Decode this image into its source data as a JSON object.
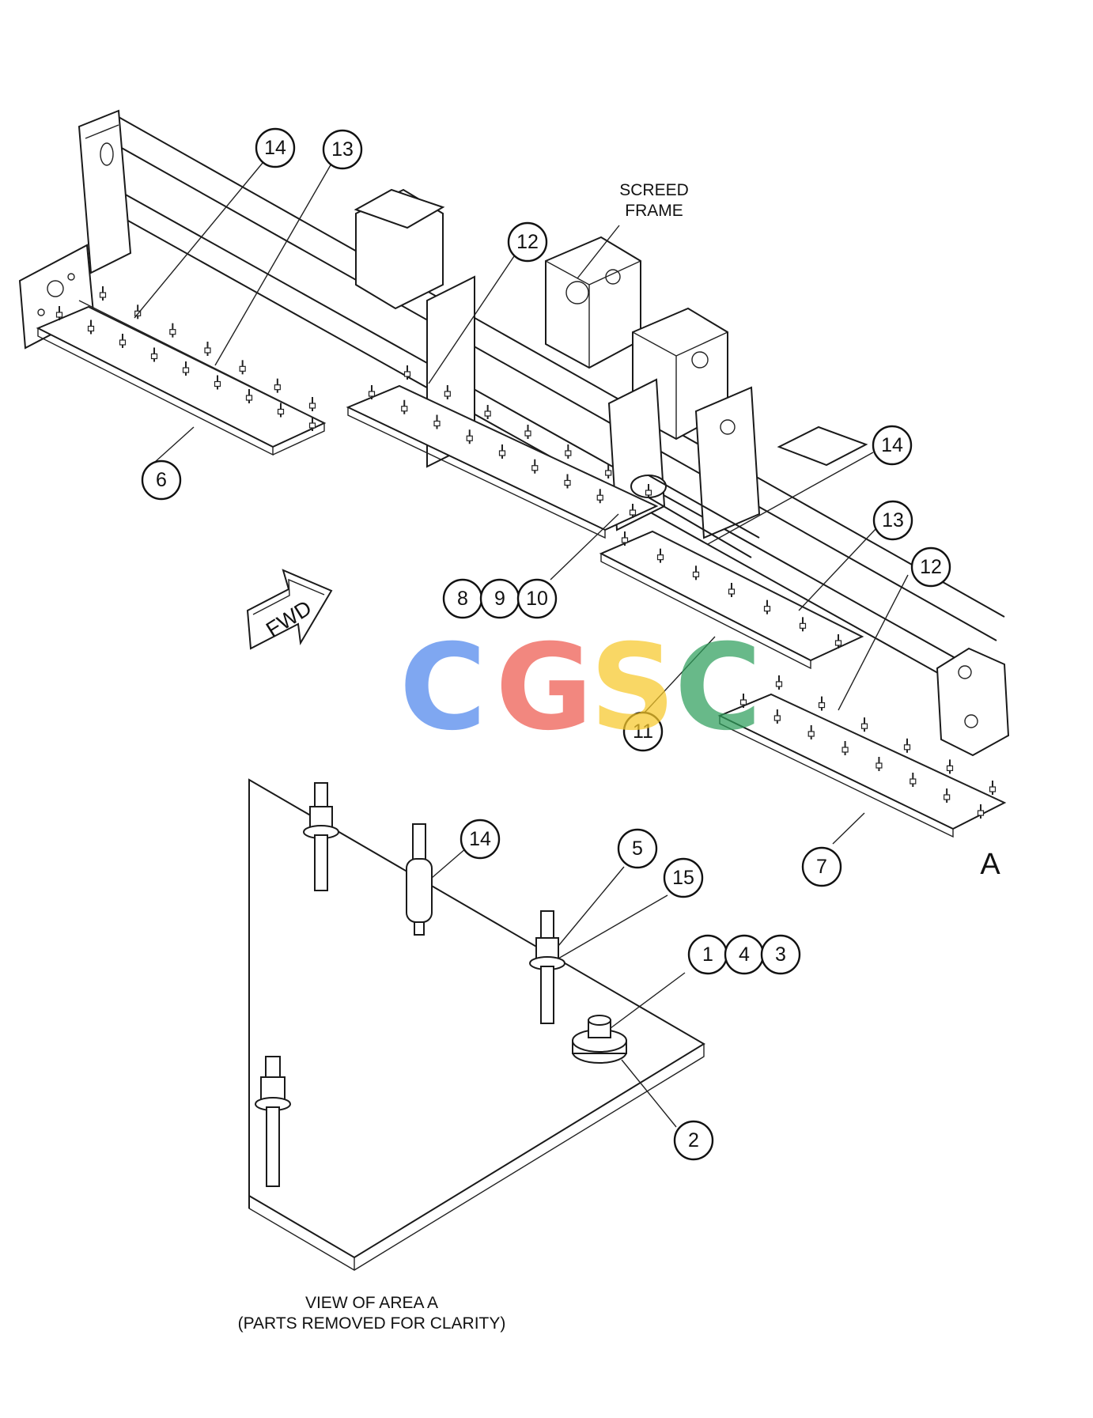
{
  "labels": {
    "screed_frame_line1": "SCREED",
    "screed_frame_line2": "FRAME",
    "fwd": "FWD",
    "area_letter": "A",
    "view_caption_line1": "VIEW OF AREA A",
    "view_caption_line2": "(PARTS REMOVED FOR CLARITY)"
  },
  "callouts": {
    "c14a": "14",
    "c13a": "13",
    "c12a": "12",
    "c6": "6",
    "c14b": "14",
    "c13b": "13",
    "c12b": "12",
    "c8": "8",
    "c9": "9",
    "c10": "10",
    "c11": "11",
    "c7": "7",
    "c14c": "14",
    "c5": "5",
    "c15": "15",
    "c1": "1",
    "c4": "4",
    "c3": "3",
    "c2": "2"
  },
  "watermark": {
    "letters": [
      "C",
      "G",
      "S",
      "C"
    ],
    "colors": [
      "#4f86ec",
      "#ee5a4f",
      "#f8c92a",
      "#2f9f5c"
    ]
  }
}
